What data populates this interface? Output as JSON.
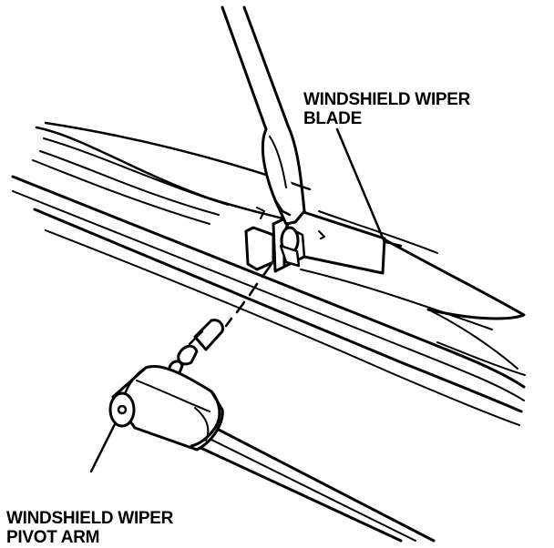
{
  "labels": {
    "blade": {
      "line1": "WINDSHIELD WIPER",
      "line2": "BLADE"
    },
    "pivot_arm": {
      "line1": "WINDSHIELD WIPER",
      "line2": "PIVOT ARM"
    }
  },
  "colors": {
    "ink": "#000000",
    "paper": "#ffffff"
  }
}
